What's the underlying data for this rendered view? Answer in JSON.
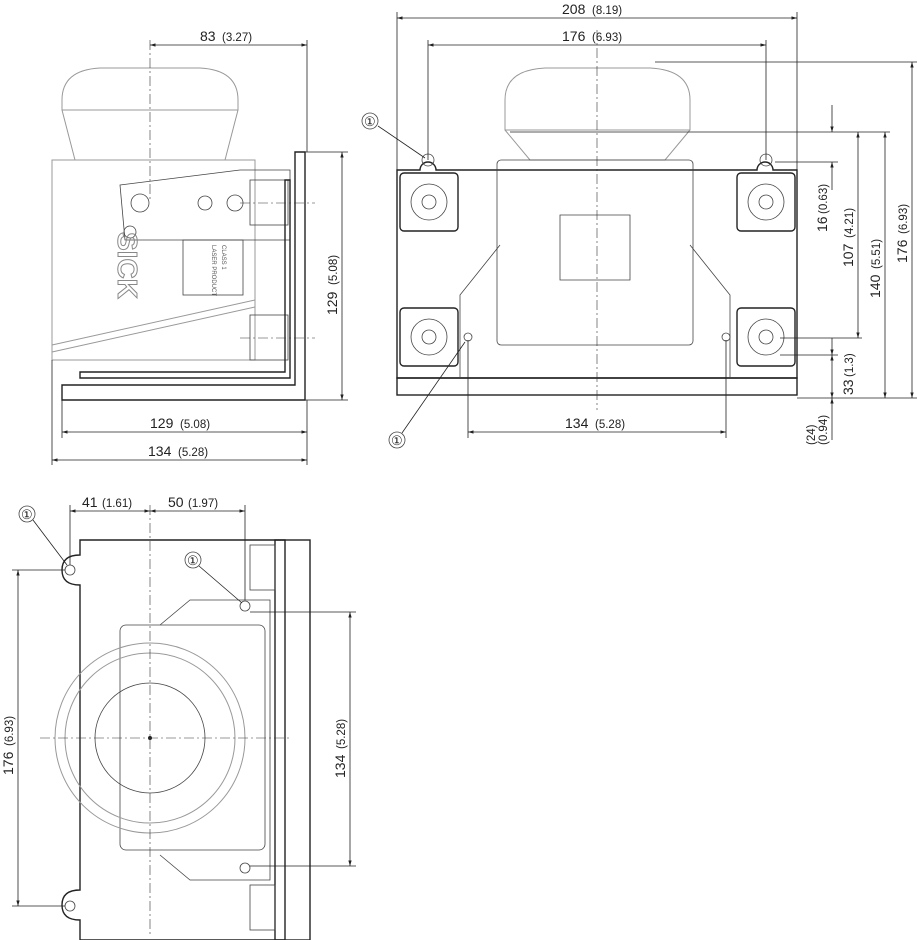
{
  "side_view": {
    "dim_top": {
      "value": "83",
      "inch": "(3.27)"
    },
    "dim_height": {
      "value": "129",
      "inch": "(5.08)"
    },
    "dim_bottom_inner": {
      "value": "129",
      "inch": "(5.08)"
    },
    "dim_bottom_outer": {
      "value": "134",
      "inch": "(5.28)"
    },
    "logo_text": "SICK",
    "label_line1": "CLASS 1",
    "label_line2": "LASER PRODUCT"
  },
  "front_view": {
    "dim_overall_width": {
      "value": "208",
      "inch": "(8.19)"
    },
    "dim_hole_spacing": {
      "value": "176",
      "inch": "(6.93)"
    },
    "dim_base_holes": {
      "value": "134",
      "inch": "(5.28)"
    },
    "dim_16": {
      "value": "16",
      "inch": "(0.63)"
    },
    "dim_107": {
      "value": "107",
      "inch": "(4.21)"
    },
    "dim_140": {
      "value": "140",
      "inch": "(5.51)"
    },
    "dim_176": {
      "value": "176",
      "inch": "(6.93)"
    },
    "dim_33": {
      "value": "33",
      "inch": "(1.3)"
    },
    "dim_24": {
      "value": "(24)",
      "inch": "(0.94)"
    }
  },
  "top_view": {
    "dim_41": {
      "value": "41",
      "inch": "(1.61)"
    },
    "dim_50": {
      "value": "50",
      "inch": "(1.97)"
    },
    "dim_176": {
      "value": "176",
      "inch": "(6.93)"
    },
    "dim_134": {
      "value": "134",
      "inch": "(5.28)"
    }
  },
  "callouts": [
    "①",
    "①",
    "①",
    "①"
  ]
}
